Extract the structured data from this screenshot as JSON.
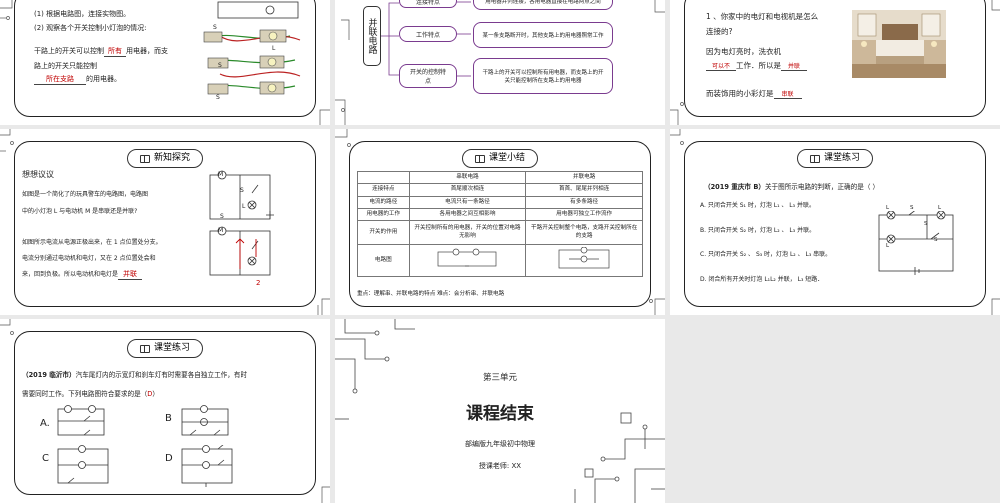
{
  "s1": {
    "q1": "(1) 根据电路图，连接实物图。",
    "q2": "(2) 观察各个开关控制小灯泡的情况:",
    "line1_a": "干路上的开关可以控制",
    "line1_ans": "所有",
    "line1_b": "用电器，而支",
    "line2": "路上的开关只能控制",
    "line3_ans": "所在支路",
    "line3_b": "的用电器。",
    "lbl_s": "S",
    "lbl_s1": "S",
    "lbl_l1": "L",
    "lbl_s2": "S"
  },
  "s2": {
    "main_label": "并联电路",
    "row1_left": "连接特点",
    "row1_right": "用电器并列连接，各用电器直接在电路两点之间",
    "row2_left": "工作特点",
    "row2_right": "某一条支路断开时，其他支路上的用电器照常工作",
    "row3_left": "开关的控制特点",
    "row3_right": "干路上的开关可以控制所有用电器，而支路上的开关只能控制所在支路上的用电器"
  },
  "s3": {
    "q": "1 、你家中的电灯和电视机是怎么",
    "q2": "连接的?",
    "line1": "因为电灯亮时，洗衣机",
    "ans1": "可以不",
    "line2_a": "工作．所以是",
    "ans2": "并联",
    "line3": "而装饰用的小彩灯是",
    "ans3": "串联"
  },
  "s4": {
    "tag": "新知探究",
    "title": "想想议议",
    "p1": "如图是一个简化了的玩具警车的电路图，电路图",
    "p2": "中的小灯泡 L 与电动机 M 是串联还是并联?",
    "p3": "如图所示电流从电源正极出来，在 1 点位置处分支。",
    "p4": "电流分别通过电动机和电灯，又在 2 点位置处会和",
    "p5": "来，回到负极。所以电动机和电灯是",
    "ans": "并联",
    "lbl_m": "M",
    "lbl_s1": "S",
    "lbl_s2": "S",
    "lbl_l": "L",
    "lbl_2": "2"
  },
  "s5": {
    "tag": "课堂小结",
    "headers": [
      "",
      "串联电路",
      "并联电路"
    ],
    "rows": [
      [
        "连接特点",
        "首尾顺次相连",
        "首首、尾尾并列相连"
      ],
      [
        "电流的路径",
        "电流只有一条路径",
        "有多条路径"
      ],
      [
        "用电器的工作",
        "各用电器之间互相影响",
        "用电器可独立工作流作"
      ],
      [
        "开关的作用",
        "开关控制所有的用电器，开关的位置对电路无影响",
        "干路开关控制整个电路，支路开关控制所在的支路"
      ],
      [
        "电路图",
        "",
        ""
      ]
    ],
    "footer": "重点：理解串、并联电路的特点      难点：会分析串、并联电路"
  },
  "s6": {
    "tag": "课堂练习",
    "q_src": "（2019  重庆市 B）",
    "q": "关于图所示电路的判断，正确的是（      ）",
    "opt_a": "A.  只闭合开关 S₁ 时，灯泡 L₁ 、 L₃ 并联。",
    "opt_b": "B.  只闭合开关 S₂ 时，灯泡 L₂ 、 L₃ 并联。",
    "opt_c": "C.  只闭合开关 S₂ 、 S₃ 时，灯泡 L₂ 、 L₃ 串联。",
    "opt_d": "D.  闭合所有开关时灯泡 L₁L₂ 并联，   L₃ 短路．",
    "lbl_l1": "L",
    "lbl_l3": "L",
    "lbl_l2": "L",
    "lbl_s1": "S",
    "lbl_s2": "S",
    "lbl_s3": "S"
  },
  "s7": {
    "tag": "课堂练习",
    "q_src": "（2019  临沂市）",
    "q": "汽车尾灯内的示宽灯和刹车灯有时需要各自独立工作，有时",
    "q2_a": "需要同时工作。下列电路图符合要求的是（",
    "ans": "D",
    "q2_b": "）",
    "opt_a": "A.",
    "opt_b": "B",
    "opt_c": "C",
    "opt_d": "D"
  },
  "s8": {
    "unit": "第三单元",
    "title": "课程结束",
    "sub": "部编版九年级初中物理",
    "teacher": "授课老师:   XX"
  }
}
